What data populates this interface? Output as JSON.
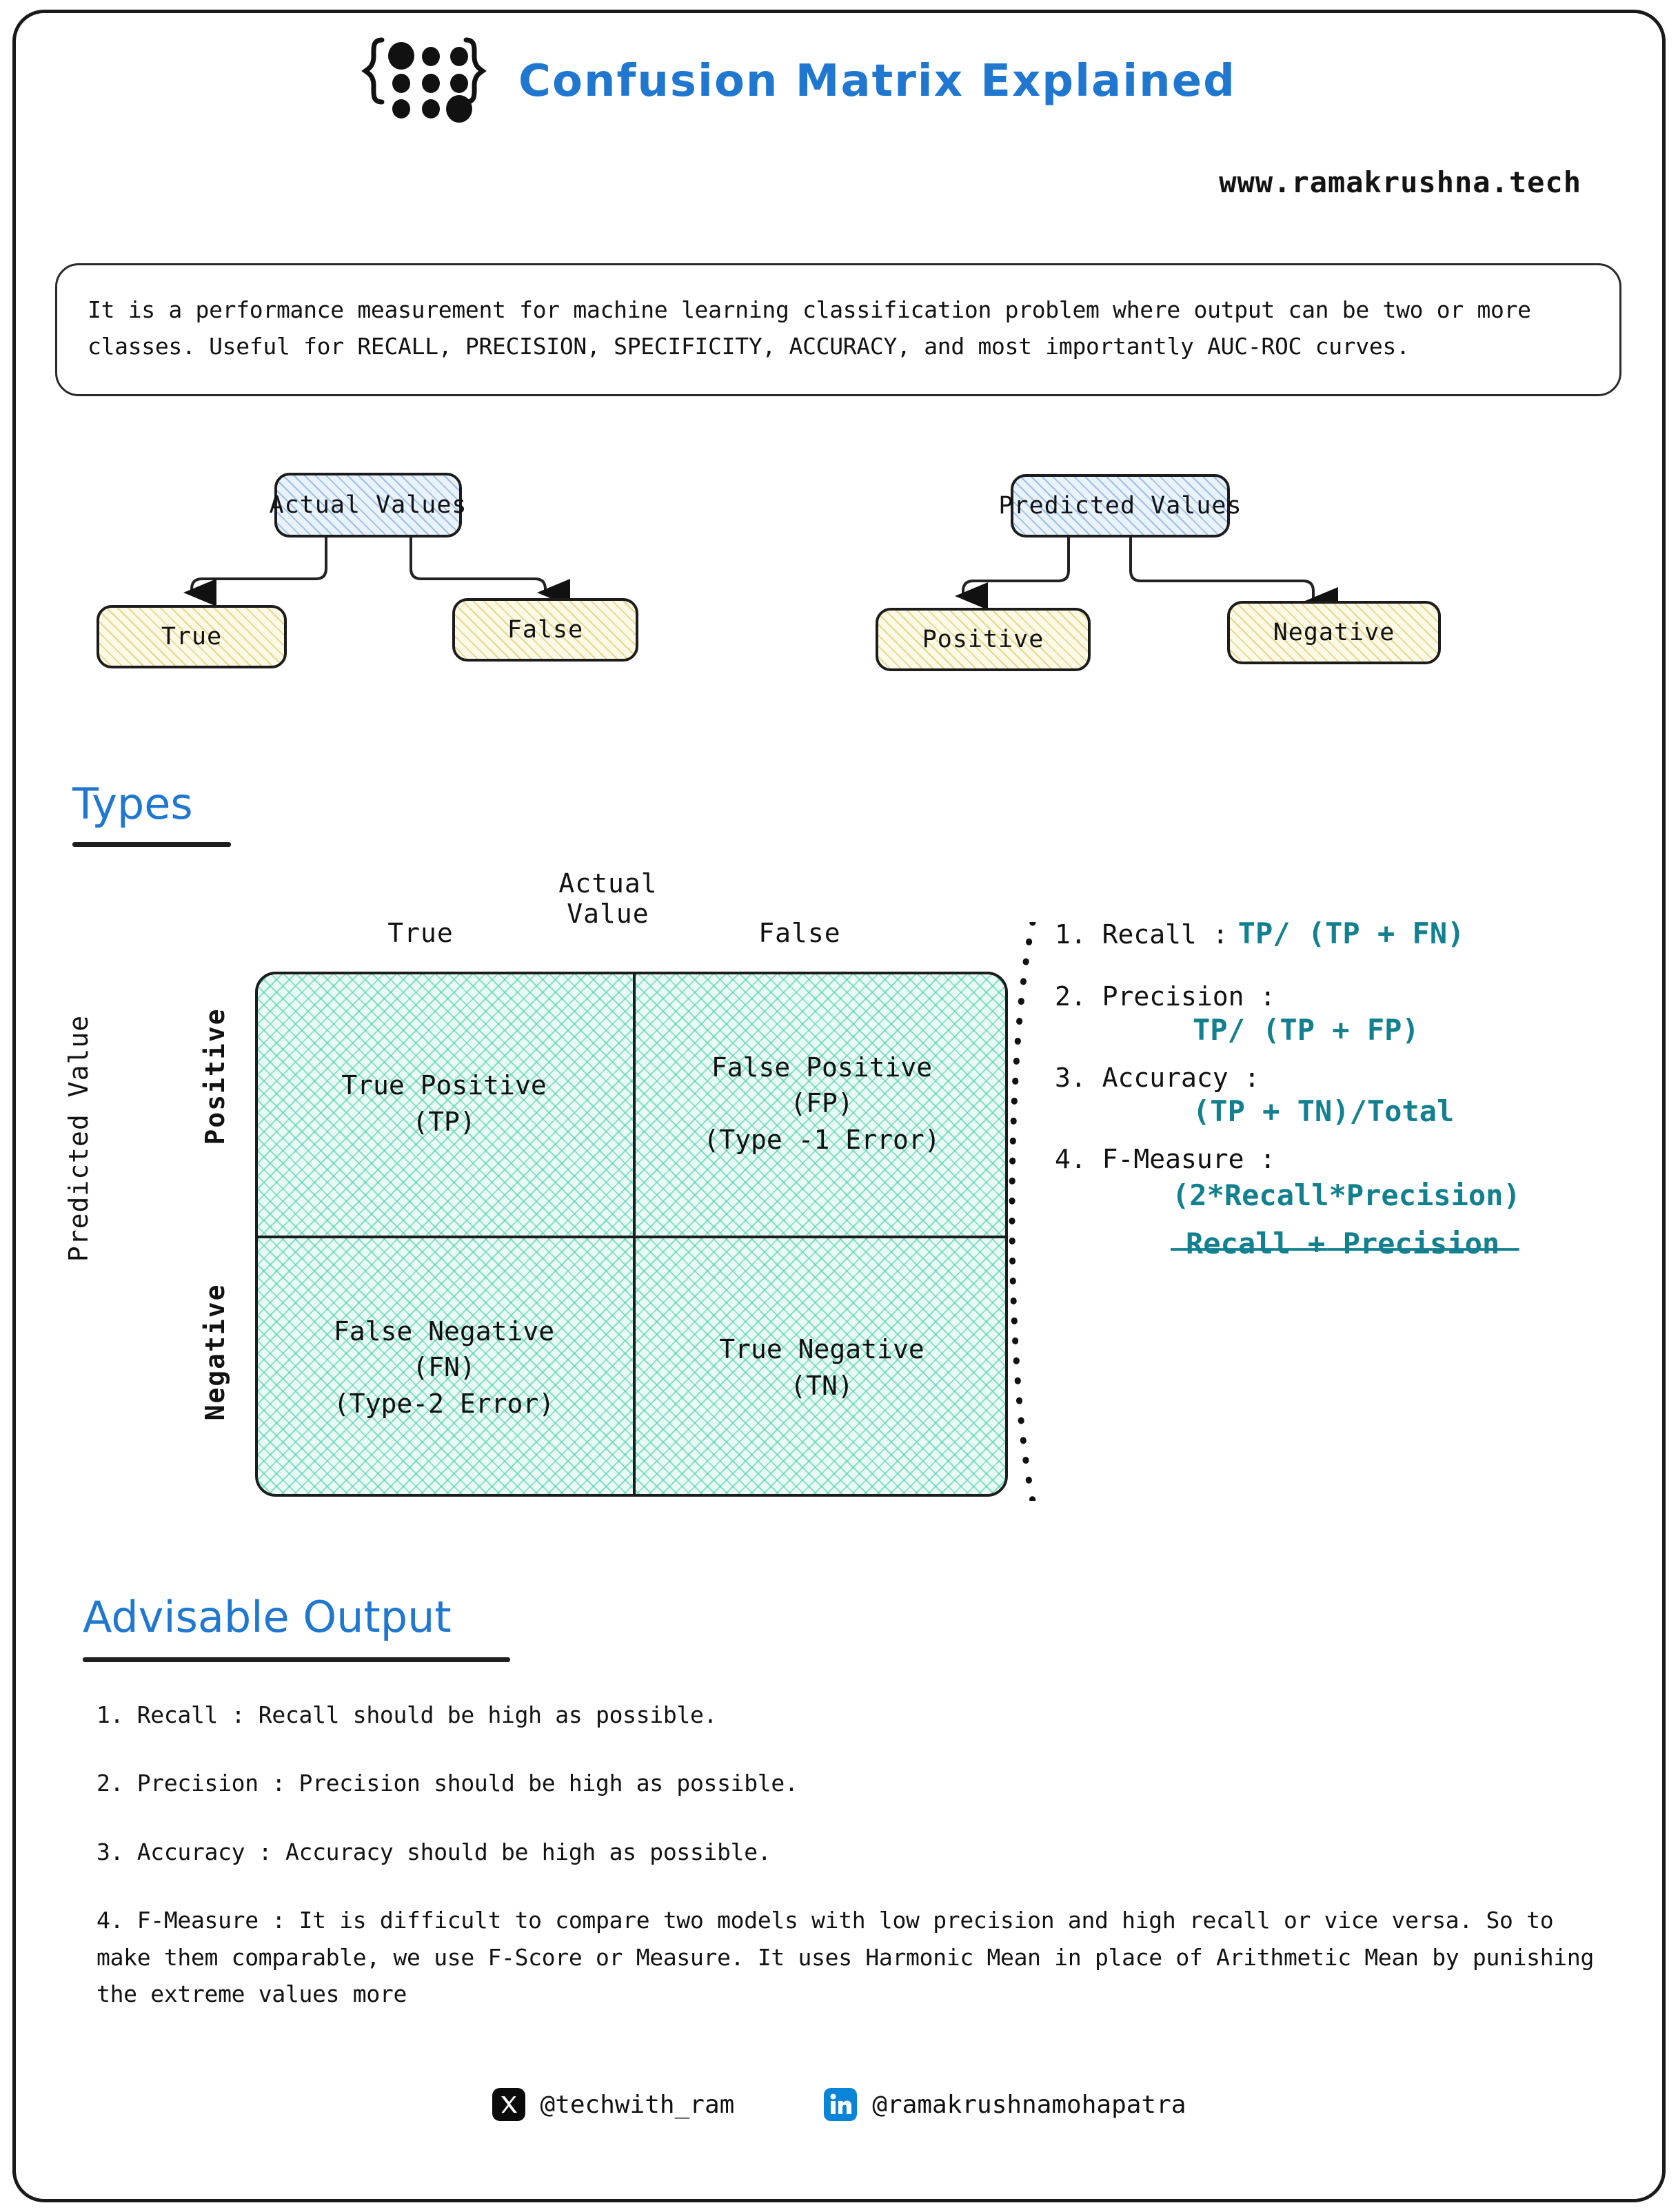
{
  "header": {
    "title": "Confusion Matrix Explained",
    "url": "www.ramakrushna.tech",
    "logo_icon": "matrix-braces-dots-logo",
    "brand_color": "#1f77d0"
  },
  "description": {
    "text": "It is a performance measurement for machine learning classification problem where output can be two or more classes. Useful for RECALL, PRECISION, SPECIFICITY, ACCURACY, and most importantly AUC-ROC curves."
  },
  "trees": [
    {
      "root": "Actual Values",
      "children": [
        "True",
        "False"
      ]
    },
    {
      "root": "Predicted Values",
      "children": [
        "Positive",
        "Negative"
      ]
    }
  ],
  "sections": {
    "types_heading": "Types",
    "advisable_heading": "Advisable Output"
  },
  "chart_data": {
    "type": "table",
    "title": "Confusion Matrix",
    "xlabel": "Actual Value",
    "ylabel": "Predicted Value",
    "column_headers": [
      "True",
      "False"
    ],
    "row_headers": [
      "Positive",
      "Negative"
    ],
    "cells": [
      {
        "key": "TP",
        "lines": [
          "True Positive",
          "(TP)"
        ]
      },
      {
        "key": "FP",
        "lines": [
          "False Positive",
          "(FP)",
          "(Type -1 Error)"
        ]
      },
      {
        "key": "FN",
        "lines": [
          "False Negative",
          "(FN)",
          "(Type-2 Error)"
        ]
      },
      {
        "key": "TN",
        "lines": [
          "True Negative",
          "(TN)"
        ]
      }
    ],
    "fill_color": "#7FE0C5",
    "grid": true,
    "legend": "none"
  },
  "formulas": [
    {
      "label": "1. Recall : ",
      "value": "TP/ (TP + FN)"
    },
    {
      "label": "2. Precision :",
      "value": "TP/ (TP + FP)"
    },
    {
      "label": "3. Accuracy :",
      "value": "(TP + TN)/Total"
    },
    {
      "label": "4. F-Measure :",
      "numerator": "(2*Recall*Precision)",
      "bar": "____________________",
      "denominator": "Recall + Precision"
    }
  ],
  "formula_color": "#12808f",
  "advisable_items": [
    "1. Recall : Recall should be high as possible.",
    "2. Precision : Precision should be high as possible.",
    "3. Accuracy : Accuracy should be high as possible.",
    "4. F-Measure : It is difficult to compare two models with low precision and high recall or vice versa. So to make them comparable, we use F-Score or Measure. It uses Harmonic Mean in place of Arithmetic Mean by punishing the extreme values more"
  ],
  "footer": {
    "socials": [
      {
        "icon": "x-twitter-icon",
        "handle": "@techwith_ram",
        "color": "#0b0b0b"
      },
      {
        "icon": "linkedin-icon",
        "handle": "@ramakrushnamohapatra",
        "color": "#0a84d8"
      }
    ]
  }
}
